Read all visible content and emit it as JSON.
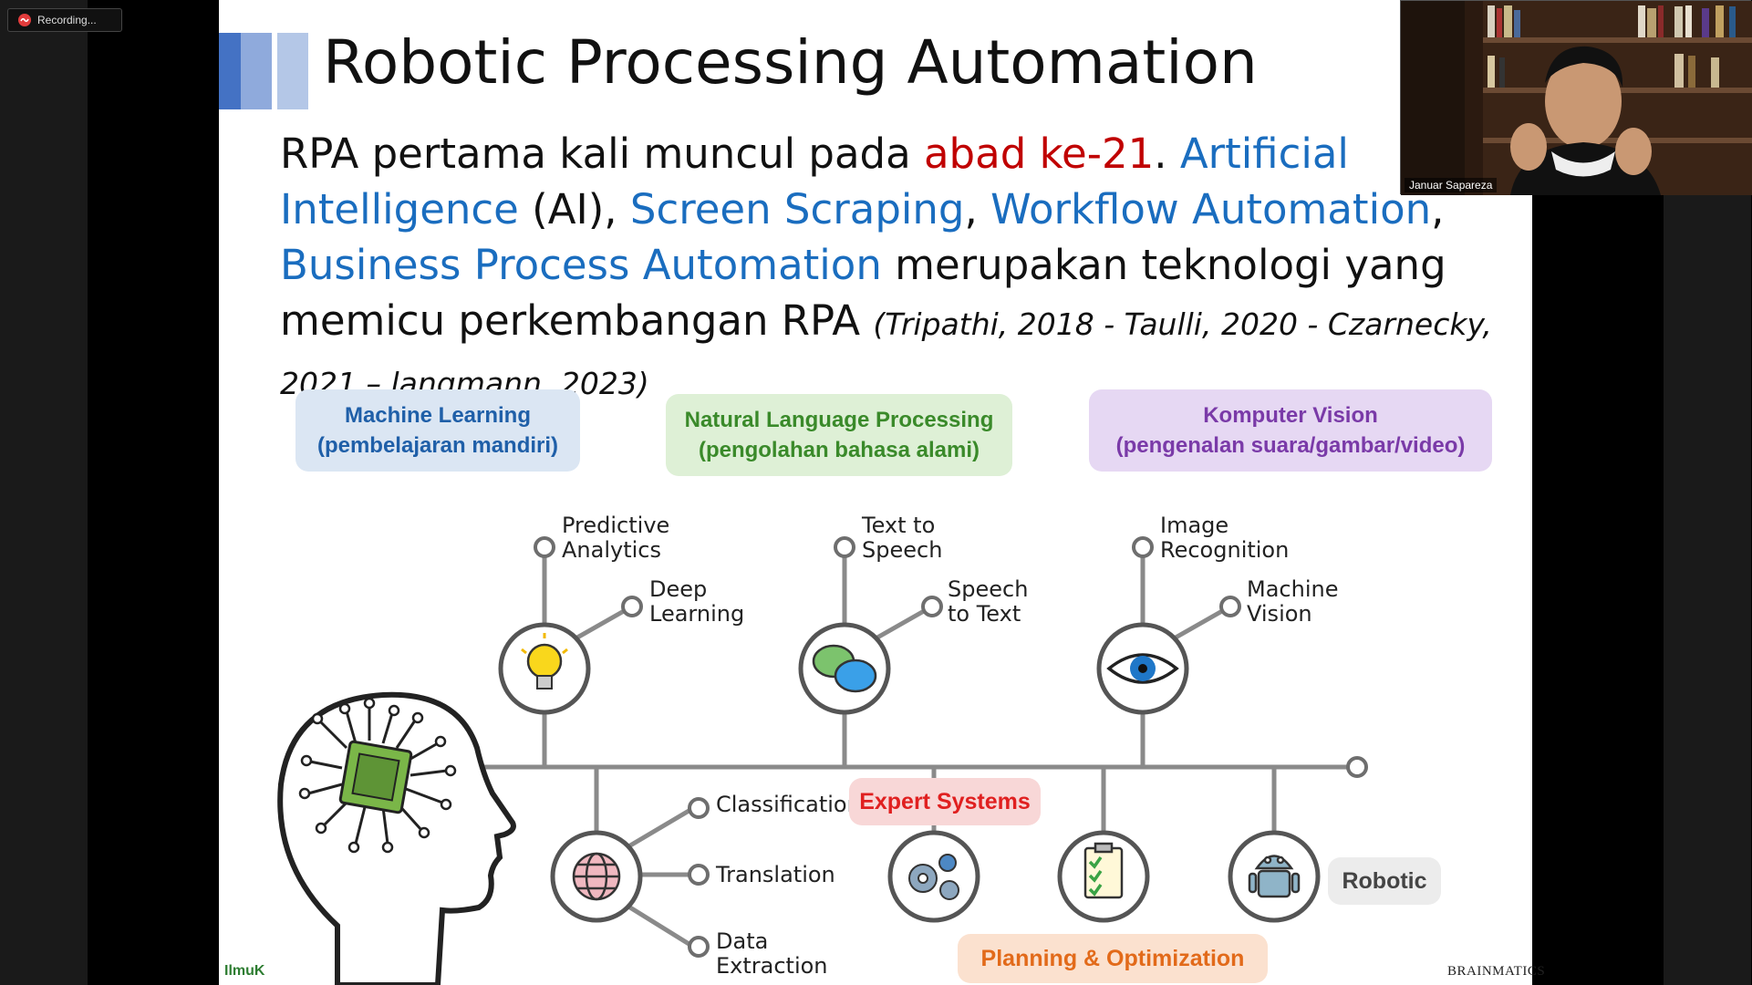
{
  "recording": {
    "label": "Recording..."
  },
  "slide": {
    "title": "Robotic Processing Automation",
    "para": {
      "t1": "RPA pertama kali muncul pada ",
      "red1": "abad ke-21",
      "t2": ". ",
      "blue1": "Artificial Intelligence",
      "t3": " (AI), ",
      "blue2": "Screen Scraping",
      "t4": ", ",
      "blue3": "Workflow Automation",
      "t5": ", ",
      "blue4": "Business Process Automation",
      "t6": " merupakan teknologi yang memicu perkembangan RPA ",
      "cite": "(Tripathi, 2018 - Taulli, 2020 - Czarnecky, 2021 – langmann, 2023)"
    },
    "pills": {
      "ml_line1": "Machine Learning",
      "ml_line2": "(pembelajaran mandiri)",
      "nlp_line1": "Natural Language Processing",
      "nlp_line2": "(pengolahan bahasa alami)",
      "cv_line1": "Komputer Vision",
      "cv_line2": "(pengenalan suara/gambar/video)",
      "expert": "Expert Systems",
      "planning": "Planning & Optimization",
      "robotic": "Robotic"
    },
    "labels": {
      "predictive": "Predictive\nAnalytics",
      "deep": "Deep\nLearning",
      "tts": "Text to\nSpeech",
      "stt": "Speech\nto Text",
      "image": "Image\nRecognition",
      "mvision": "Machine\nVision",
      "classification": "Classification",
      "translation": "Translation",
      "extraction": "Data\nExtraction"
    },
    "footer_left": "IlmuK",
    "footer_right": "BRAINMATICS"
  },
  "webcam": {
    "name": "Januar Sapareza"
  },
  "colors": {
    "bar1": "#4472c4",
    "bar2": "#8faadc",
    "bar3": "#b4c7e7",
    "red": "#c00000",
    "blue": "#1a6dbf"
  },
  "icons": [
    "lightbulb-icon",
    "speech-bubbles-icon",
    "eye-icon",
    "globe-icon",
    "gears-icon",
    "checklist-icon",
    "robot-icon",
    "brain-chip-icon",
    "record-icon"
  ]
}
